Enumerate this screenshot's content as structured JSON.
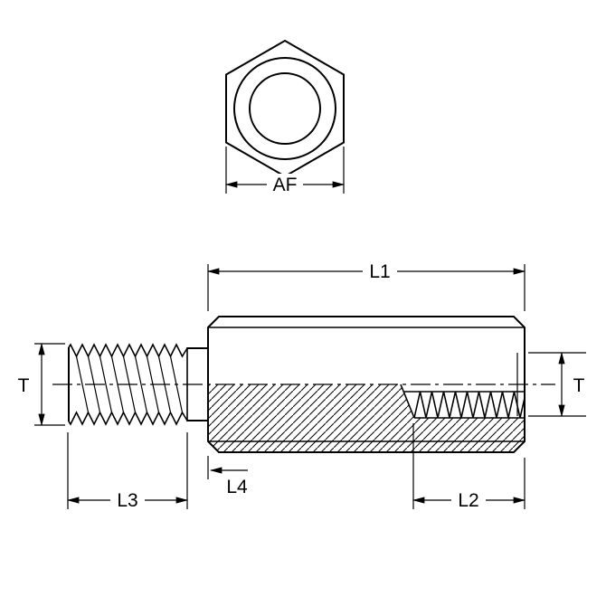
{
  "figure": {
    "labels": {
      "af": "AF",
      "l1": "L1",
      "l2": "L2",
      "l3": "L3",
      "l4": "L4",
      "t_left": "T",
      "t_right": "T"
    },
    "colors": {
      "line": "#000000",
      "background": "#ffffff"
    }
  }
}
